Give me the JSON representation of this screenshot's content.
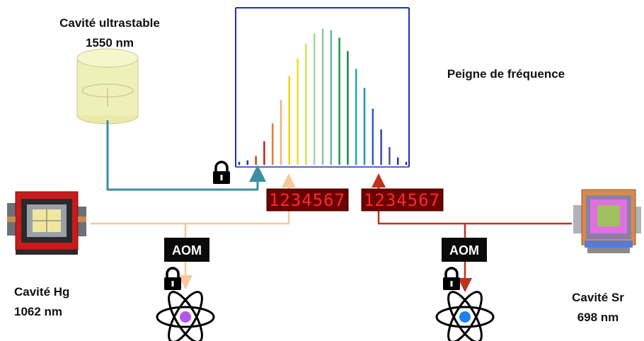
{
  "labels": {
    "cavity_ultrastable_line1": "Cavité ultrastable",
    "cavity_ultrastable_line2": "1550 nm",
    "comb": "Peigne de fréquence",
    "cavity_hg_line1": "Cavité Hg",
    "cavity_hg_line2": "1062 nm",
    "cavity_sr_line1": "Cavité Sr",
    "cavity_sr_line2": "698 nm"
  },
  "aom": {
    "left": "AOM",
    "right": "AOM"
  },
  "counters": {
    "left": "1234567",
    "right": "1234567"
  },
  "colors": {
    "ultrastable_beam": "#3b8fa0",
    "hg_beam": "#f7c89a",
    "sr_beam": "#c0301f",
    "comb_frame": "#1f2fbf",
    "counter_bg": "#6a0000",
    "counter_digits": "#ff2a2a",
    "hg_atom": "#b455e8",
    "sr_atom": "#1e7ff0"
  },
  "chart_data": {
    "type": "bar",
    "title": "",
    "xlabel": "",
    "ylabel": "",
    "values": [
      2,
      3,
      6,
      16,
      28,
      44,
      60,
      72,
      82,
      89,
      92,
      91,
      86,
      77,
      65,
      52,
      38,
      24,
      12,
      5,
      2
    ],
    "colors": [
      "#1f2fbf",
      "#1f2fbf",
      "#c04030",
      "#c02020",
      "#e87a30",
      "#f2b07a",
      "#f5d000",
      "#f0e020",
      "#d8e050",
      "#a8d8a0",
      "#8ac8a0",
      "#6ab898",
      "#1a9a40",
      "#0a8a50",
      "#1aa8c0",
      "#2090d0",
      "#2a60c0",
      "#4040b0",
      "#5050a0",
      "#1f2fbf",
      "#1f2fbf"
    ],
    "ylim": [
      0,
      100
    ]
  }
}
